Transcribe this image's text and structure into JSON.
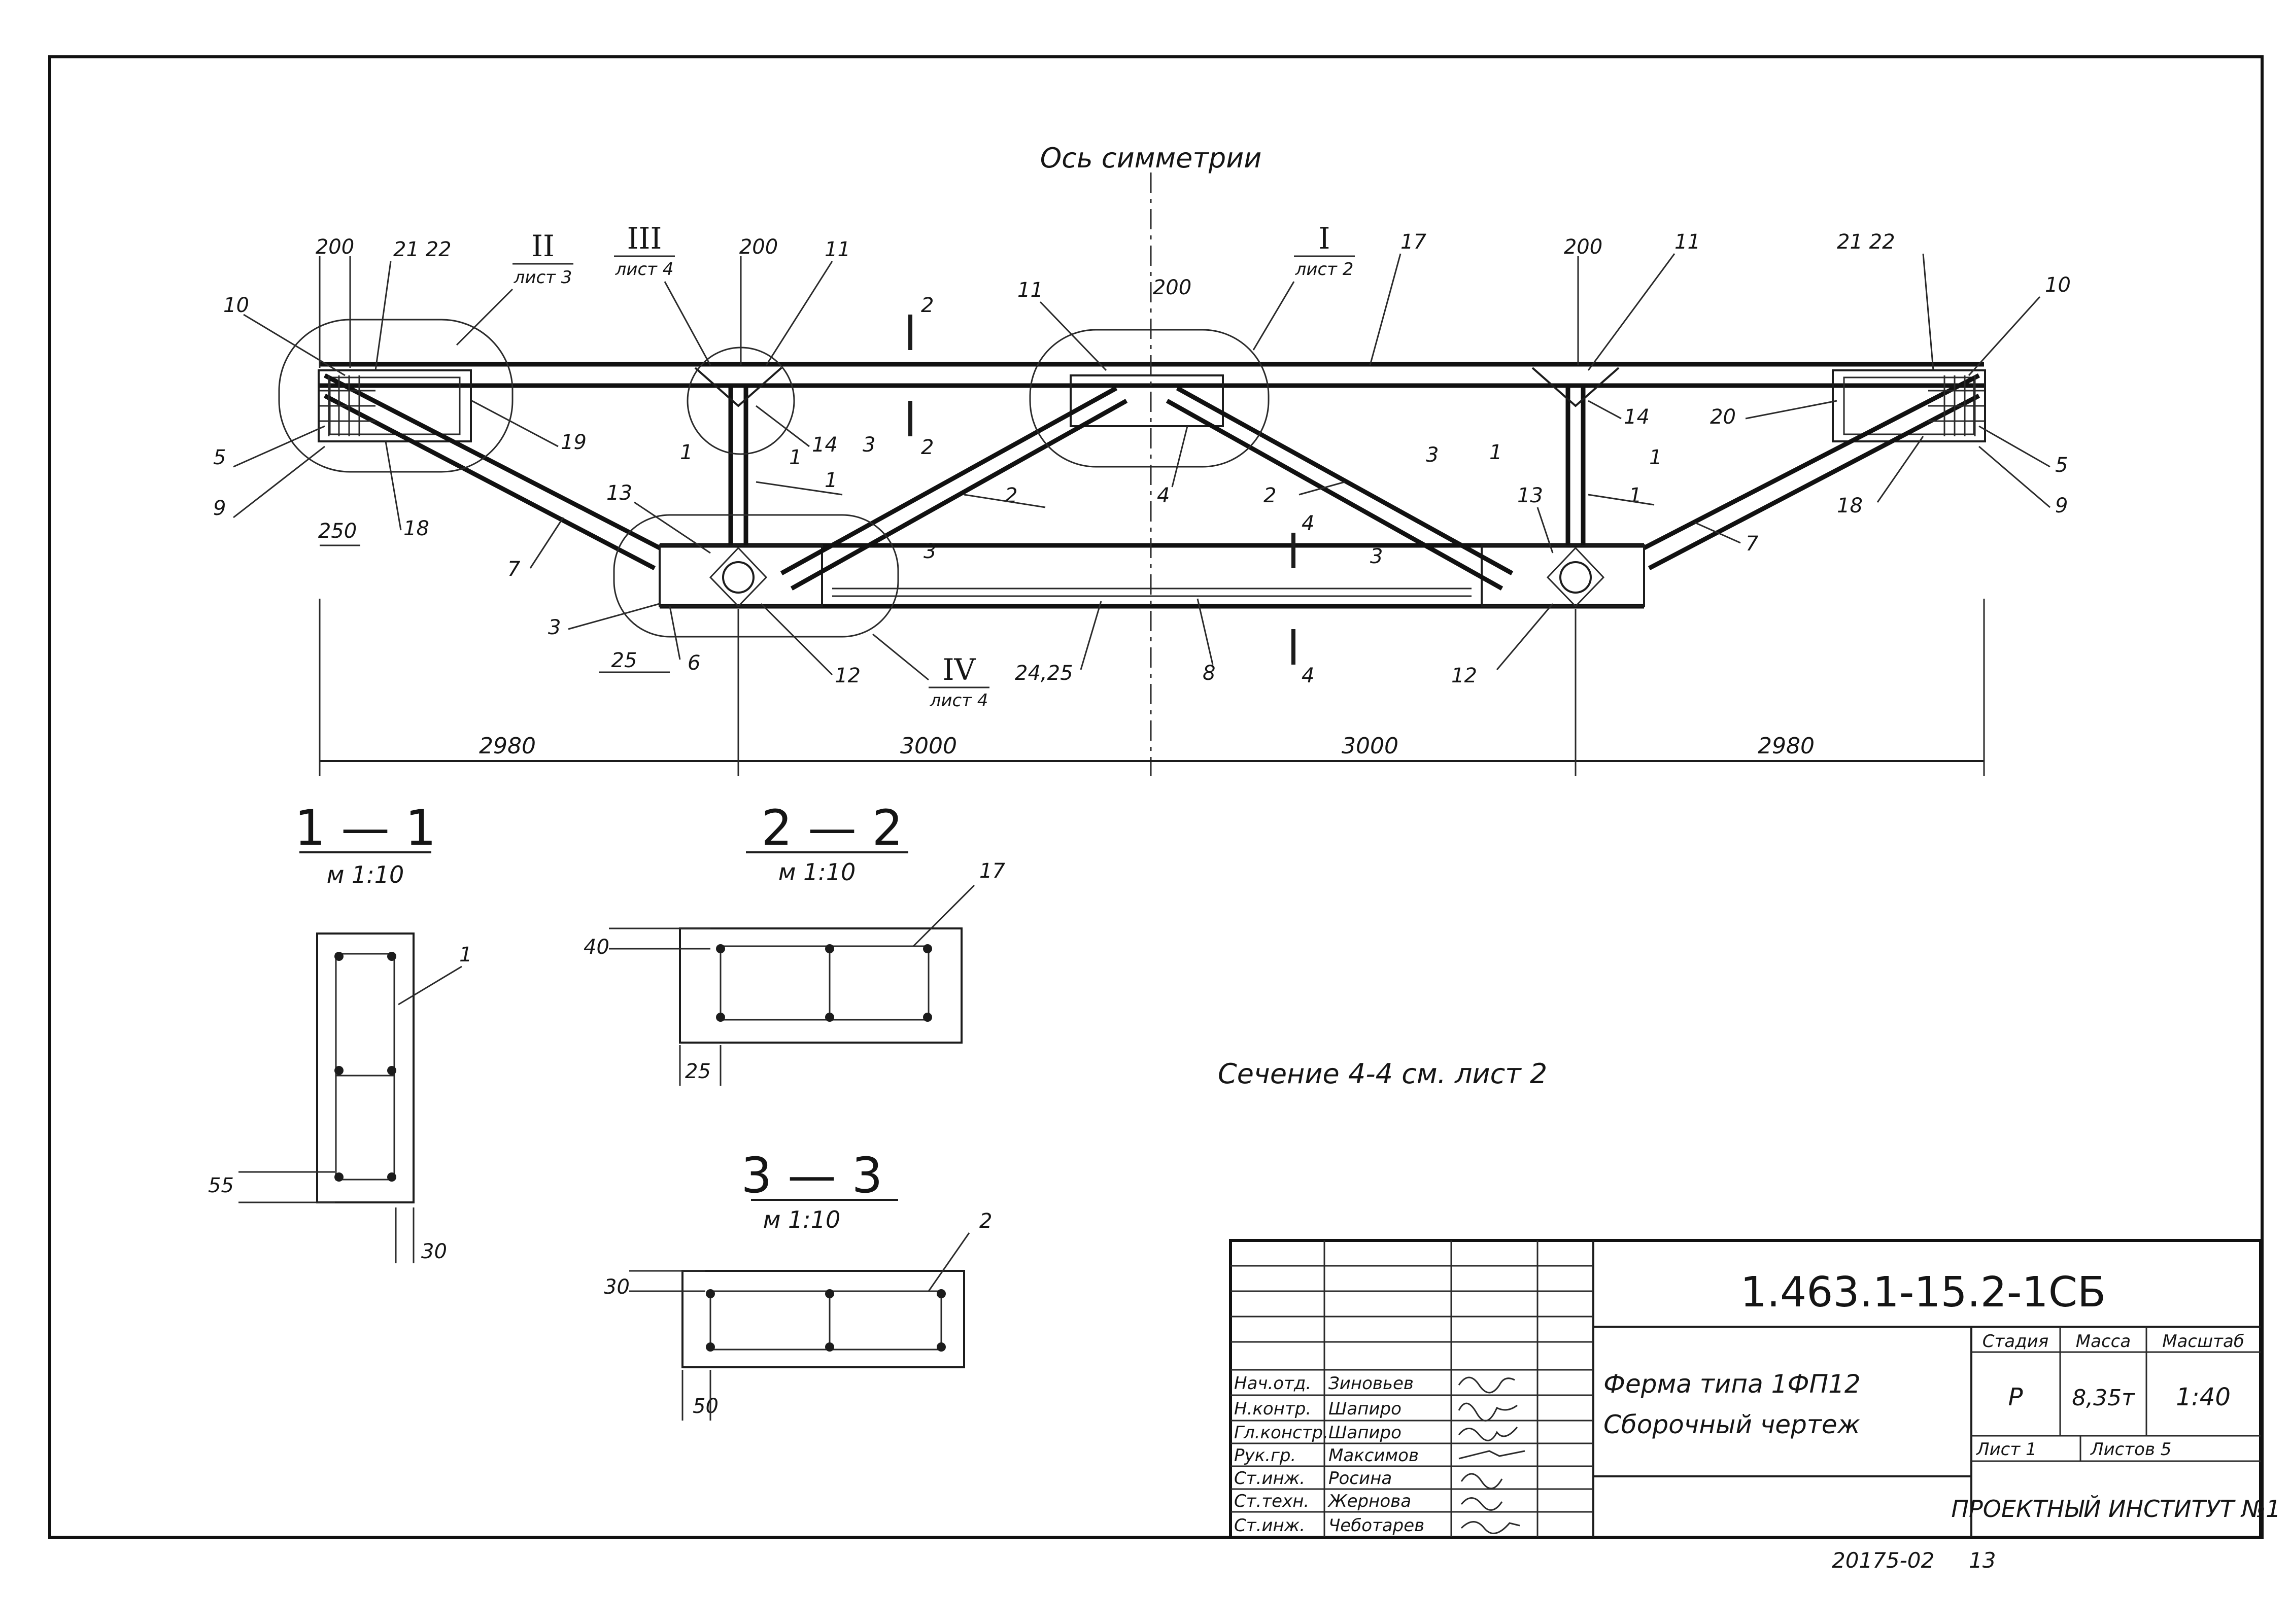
{
  "drawing": {
    "symmetry_axis_label": "Ось симметрии",
    "section_note": "Сечение 4-4 см. лист 2",
    "callouts": {
      "roman_I": "I",
      "roman_I_sheet": "лист 2",
      "roman_II": "II",
      "roman_II_sheet": "лист 3",
      "roman_III": "III",
      "roman_III_sheet": "лист 4",
      "roman_IV": "IV",
      "roman_IV_sheet": "лист 4"
    },
    "position_marks": {
      "p1a": "1",
      "p1b": "1",
      "p2a": "2",
      "p2b": "2",
      "p3": "3",
      "p4": "4",
      "p5a": "5",
      "p5b": "5",
      "p6": "6",
      "p7a": "7",
      "p7b": "7",
      "p8": "8",
      "p9a": "9",
      "p9b": "9",
      "p10a": "10",
      "p10b": "10",
      "p11a": "11",
      "p11b": "11",
      "p11c": "11",
      "p12a": "12",
      "p12b": "12",
      "p13a": "13",
      "p13b": "13",
      "p14a": "14",
      "p14b": "14",
      "p17": "17",
      "p18a": "18",
      "p18b": "18",
      "p19": "19",
      "p20": "20",
      "p2122a": "21 22",
      "p2122b": "21 22",
      "p2425": "24,25"
    },
    "cut_marks": {
      "c1a": "1",
      "c1b": "1",
      "c1c": "1",
      "c1d": "1",
      "c2a": "2",
      "c2b": "2",
      "c3a": "3",
      "c3b": "3",
      "c3c": "3",
      "c3d": "3",
      "c4a": "4",
      "c4b": "4"
    },
    "dimensions": {
      "d200a": "200",
      "d200b": "200",
      "d200c": "200",
      "d200d": "200",
      "d250": "250",
      "d25": "25",
      "span1": "2980",
      "span2": "3000",
      "span3": "3000",
      "span4": "2980"
    }
  },
  "sections": [
    {
      "title": "1 — 1",
      "scale": "м 1:10",
      "mark": "1",
      "dims": [
        "55",
        "30"
      ]
    },
    {
      "title": "2 — 2",
      "scale": "м 1:10",
      "mark": "17",
      "dims": [
        "40",
        "25"
      ]
    },
    {
      "title": "3 — 3",
      "scale": "м 1:10",
      "mark": "2",
      "dims": [
        "30",
        "50"
      ]
    }
  ],
  "title_block": {
    "document_code": "1.463.1-15.2-1СБ",
    "description_line1": "Ферма типа 1ФП12",
    "description_line2": "Сборочный чертеж",
    "stage_header": "Стадия",
    "mass_header": "Масса",
    "scale_header": "Масштаб",
    "stage": "Р",
    "mass": "8,35т",
    "scale": "1:40",
    "sheet": "Лист 1",
    "sheets": "Листов 5",
    "organization": "ПРОЕКТНЫЙ ИНСТИТУТ №1",
    "signatures": [
      {
        "role": "Нач.отд.",
        "name": "Зиновьев"
      },
      {
        "role": "Н.контр.",
        "name": "Шапиро"
      },
      {
        "role": "Гл.констр.",
        "name": "Шапиро"
      },
      {
        "role": "Рук.гр.",
        "name": "Максимов"
      },
      {
        "role": "Ст.инж.",
        "name": "Росина"
      },
      {
        "role": "Ст.техн.",
        "name": "Жернова"
      },
      {
        "role": "Ст.инж.",
        "name": "Чеботарев"
      }
    ]
  },
  "footer": {
    "archive_number": "20175-02",
    "page_number": "13"
  }
}
